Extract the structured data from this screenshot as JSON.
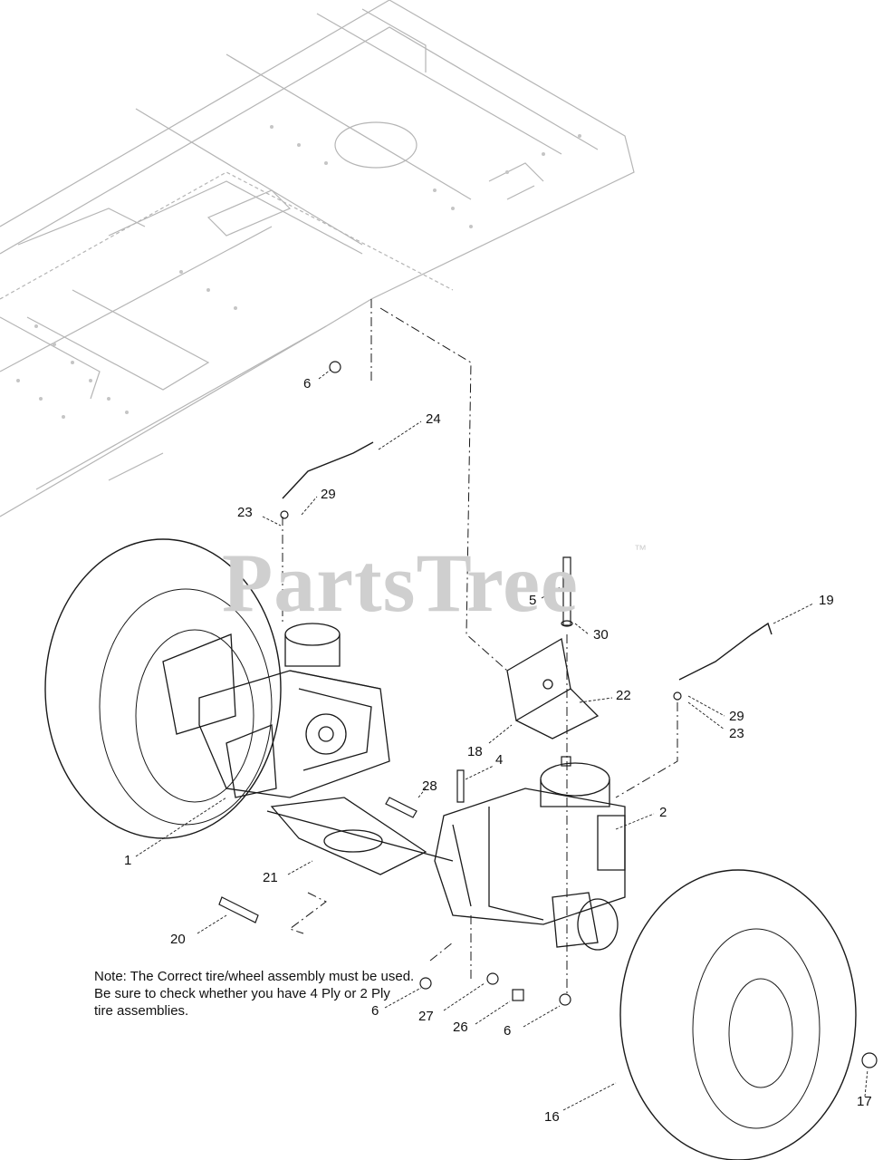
{
  "watermark": {
    "brand": "PartsTree",
    "mark": "™"
  },
  "note": {
    "lines": [
      "Note: The Correct tire/wheel assembly must be used.",
      "Be sure to check whether you have 4 Ply or 2 Ply",
      "tire assemblies."
    ]
  },
  "callouts": {
    "c1": "1",
    "c2": "2",
    "c4": "4",
    "c5": "5",
    "c6_top": "6",
    "c6_mid": "6",
    "c6_bottom": "6",
    "c16": "16",
    "c17": "17",
    "c18": "18",
    "c19": "19",
    "c20": "20",
    "c21": "21",
    "c22": "22",
    "c23_left": "23",
    "c23_right": "23",
    "c24": "24",
    "c26": "26",
    "c27": "27",
    "c28": "28",
    "c29_left": "29",
    "c29_right": "29",
    "c30": "30"
  },
  "colors": {
    "frame": "#b5b5b5",
    "parts": "#1a1a1a",
    "watermark": "#cfcfcf"
  }
}
